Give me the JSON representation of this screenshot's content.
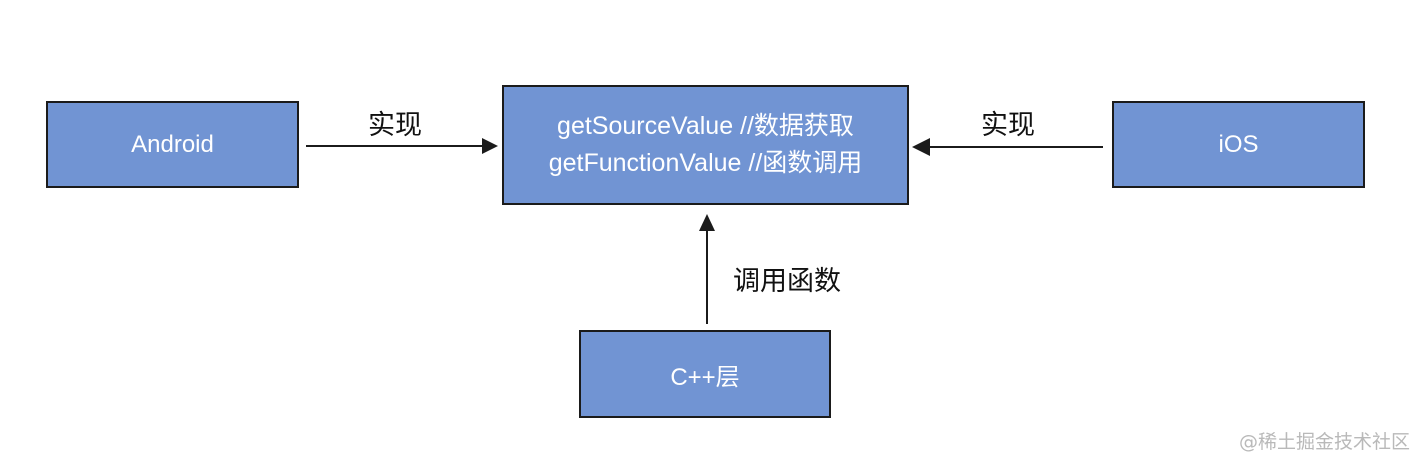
{
  "nodes": {
    "android": {
      "label": "Android"
    },
    "ios": {
      "label": "iOS"
    },
    "center": {
      "lines": [
        "getSourceValue //数据获取",
        "getFunctionValue //函数调用"
      ]
    },
    "cpp": {
      "label": "C++层"
    }
  },
  "edges": {
    "android_to_center": {
      "label": "实现"
    },
    "ios_to_center": {
      "label": "实现"
    },
    "cpp_to_center": {
      "label": "调用函数"
    }
  },
  "watermark": "@稀土掘金技术社区",
  "colors": {
    "node_fill": "#7194d3",
    "node_border": "#1b1b1b",
    "node_text": "#ffffff",
    "edge": "#1b1b1b"
  }
}
